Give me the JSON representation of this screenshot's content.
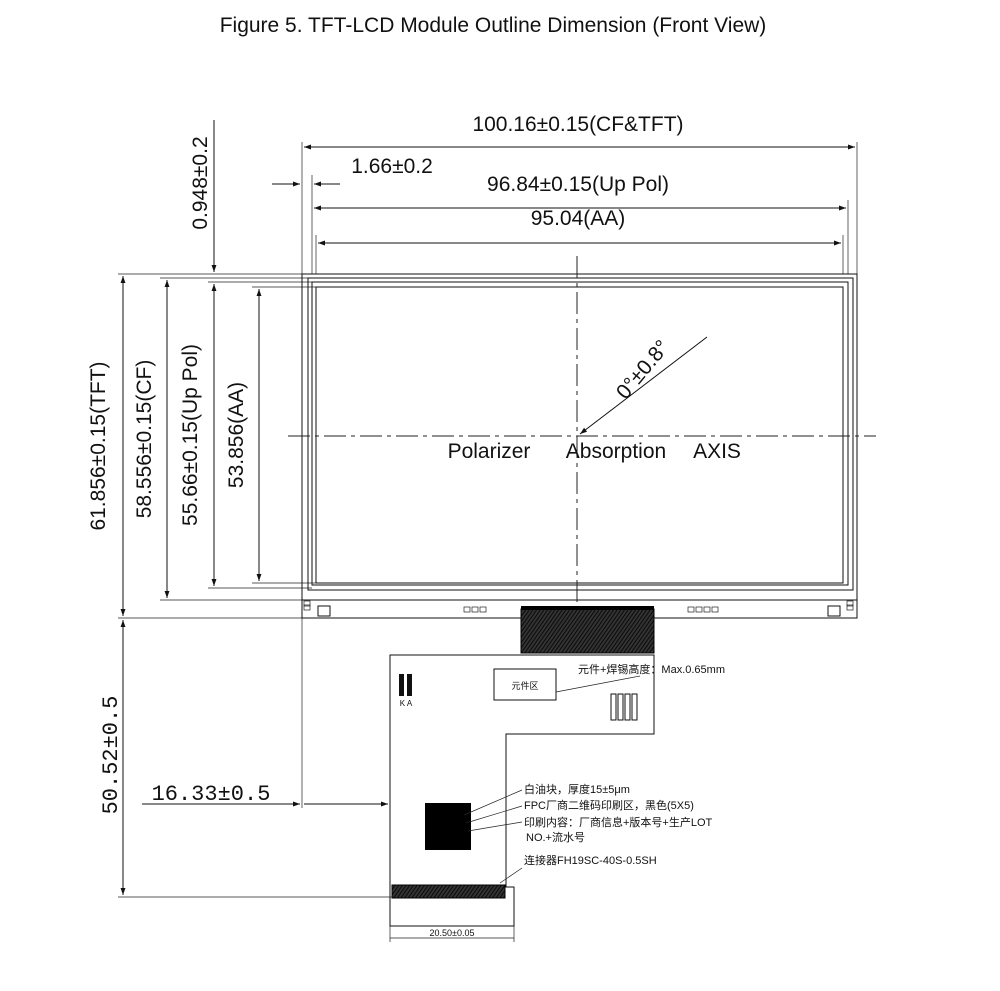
{
  "title": "Figure 5. TFT-LCD Module Outline Dimension (Front View)",
  "dimensions": {
    "width_cf_tft": "100.16±0.15(CF&TFT)",
    "offset_left": "1.66±0.2",
    "width_up_pol": "96.84±0.15(Up Pol)",
    "width_aa": "95.04(AA)",
    "offset_top": "0.948±0.2",
    "height_tft": "61.856±0.15(TFT)",
    "height_cf": "58.556±0.15(CF)",
    "height_up_pol": "55.66±0.15(Up Pol)",
    "height_aa": "53.856(AA)",
    "fpc_length": "50.52±0.5",
    "fpc_offset": "16.33±0.5",
    "connector_width": "20.50±0.05"
  },
  "axis": {
    "angle": "0°±0.8°",
    "label_polarizer": "Polarizer",
    "label_absorption": "Absorption",
    "label_axis": "AXIS"
  },
  "fpc_notes": {
    "component_area": "元件区",
    "component_height": "元件+焊锡高度：Max.0.65mm",
    "ka_label": "K A",
    "white_ink": "白油块，厚度15±5μm",
    "qr_area": "FPC厂商二维码印刷区，黑色(5X5)",
    "print_line1": "印刷内容：厂商信息+版本号+生产LOT",
    "print_line2": "NO.+流水号",
    "connector": "连接器FH19SC-40S-0.5SH"
  }
}
